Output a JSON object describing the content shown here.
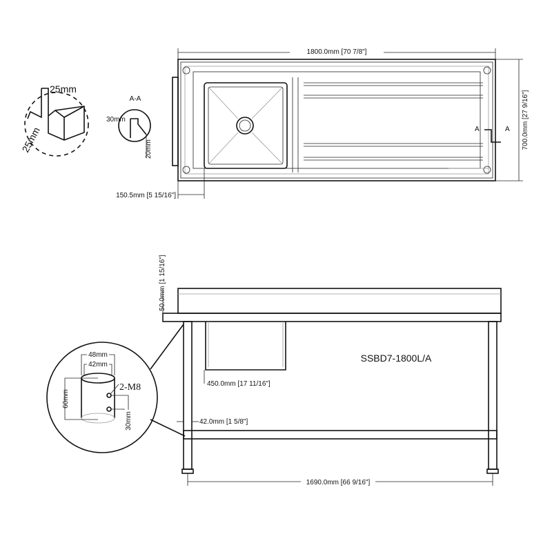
{
  "top_view": {
    "width_dim": "1800.0mm [70 7/8\"]",
    "depth_dim": "700.0mm [27 9/16\"]",
    "offset_dim": "150.5mm [5 15/16\"]",
    "section_mark": "A"
  },
  "edge_detail": {
    "dim_a": "25mm",
    "dim_b": "25mm"
  },
  "section_detail": {
    "title": "A-A",
    "dim_w": "30mm",
    "dim_h": "20mm"
  },
  "front_view": {
    "splash_dim": "50.0mm [1 15/16\"]",
    "bowl_dim": "450.0mm [17 11/16\"]",
    "leg_dim": "42.0mm [1 5/8\"]",
    "leg_span_dim": "1690.0mm [66 9/16\"]",
    "model": "SSBD7-1800L/A"
  },
  "leg_detail": {
    "outer": "48mm",
    "inner": "42mm",
    "height": "60mm",
    "holes": "2-M8",
    "hole_spacing": "30mm"
  }
}
